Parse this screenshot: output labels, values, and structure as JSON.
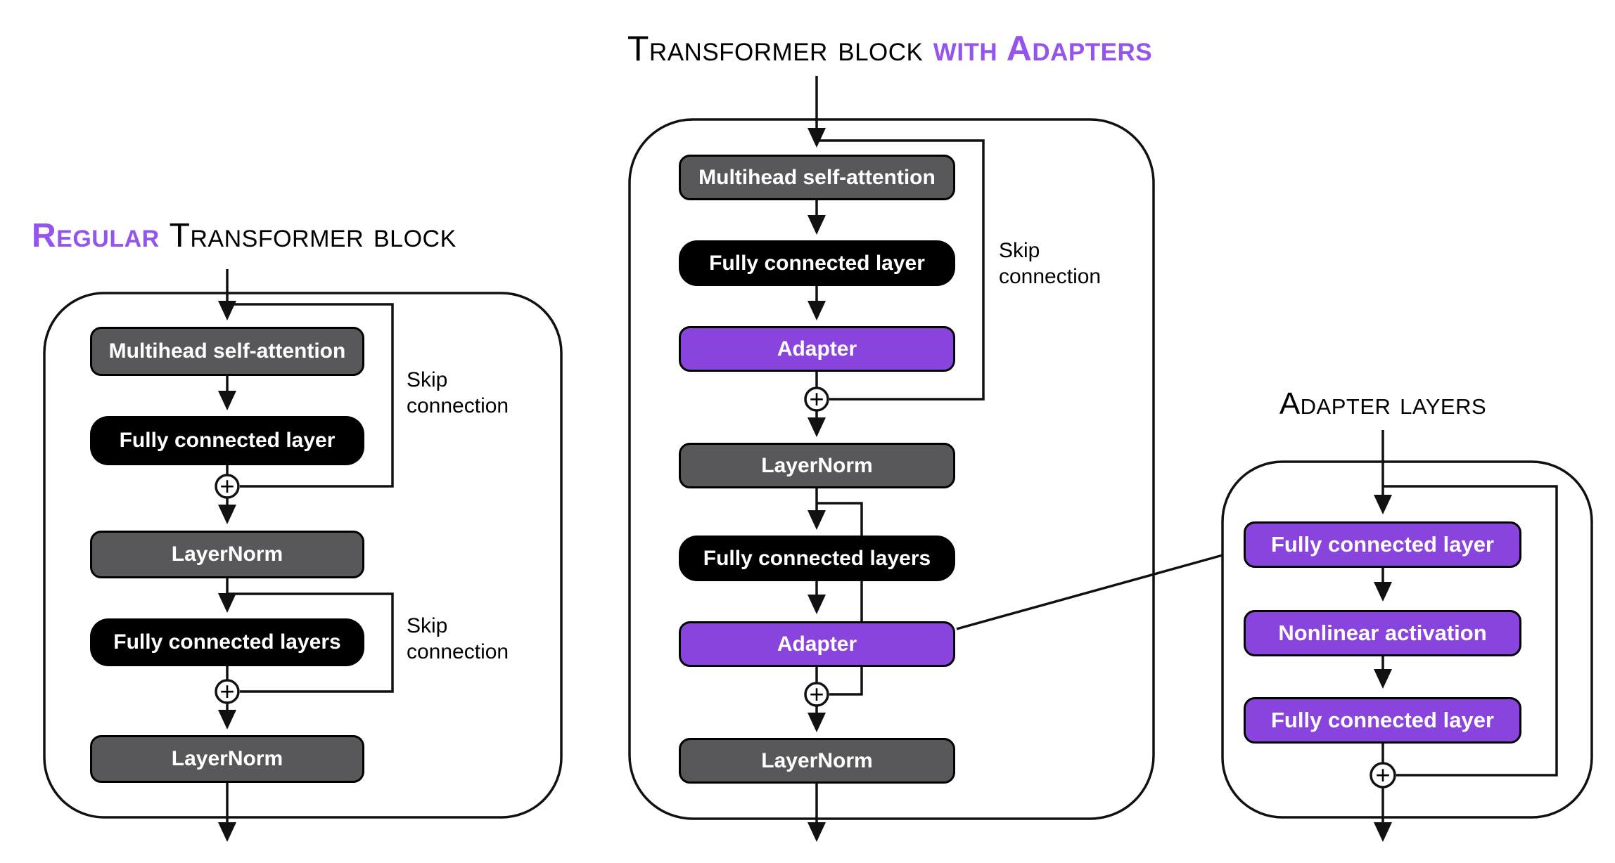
{
  "colors": {
    "accent_purple": "#9355ec",
    "box_purple": "#8844dd",
    "box_gray": "#58585a",
    "box_black": "#000000",
    "line_black": "#111111",
    "box_text_white": "#ffffff",
    "background": "#ffffff"
  },
  "symbols": {
    "plus": "+"
  },
  "main_title": {
    "prefix": "Transformer block ",
    "accent": "with Adapters"
  },
  "left": {
    "title": {
      "accent": "Regular ",
      "rest": "Transformer block"
    },
    "nodes": [
      {
        "label": "Multihead self-attention",
        "type": "gray"
      },
      {
        "label": "Fully connected layer",
        "type": "black"
      },
      {
        "label": "LayerNorm",
        "type": "gray"
      },
      {
        "label": "Fully connected layers",
        "type": "black"
      },
      {
        "label": "LayerNorm",
        "type": "gray"
      }
    ],
    "skip_label_1": "Skip connection",
    "skip_label_2": "Skip connection"
  },
  "middle": {
    "nodes": [
      {
        "label": "Multihead self-attention",
        "type": "gray"
      },
      {
        "label": "Fully connected layer",
        "type": "black"
      },
      {
        "label": "Adapter",
        "type": "purple"
      },
      {
        "label": "LayerNorm",
        "type": "gray"
      },
      {
        "label": "Fully connected layers",
        "type": "black"
      },
      {
        "label": "Adapter",
        "type": "purple"
      },
      {
        "label": "LayerNorm",
        "type": "gray"
      }
    ],
    "skip_label": "Skip connection"
  },
  "right": {
    "title": "Adapter layers",
    "nodes": [
      {
        "label": "Fully connected layer",
        "type": "purple"
      },
      {
        "label": "Nonlinear activation",
        "type": "purple"
      },
      {
        "label": "Fully connected layer",
        "type": "purple"
      }
    ]
  }
}
